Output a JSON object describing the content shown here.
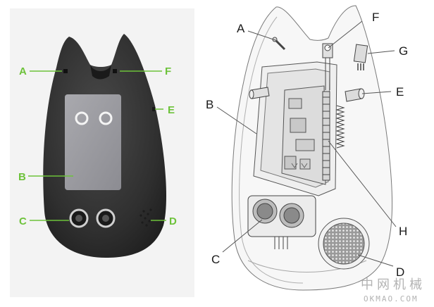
{
  "photo": {
    "labels": {
      "A": "A",
      "B": "B",
      "C": "C",
      "D": "D",
      "E": "E",
      "F": "F"
    },
    "label_color": "#6dc23a",
    "body_color": "#3a3a3a",
    "screen_color": "#9b9ba0"
  },
  "drawing": {
    "labels": {
      "A": "A",
      "B": "B",
      "C": "C",
      "D": "D",
      "E": "E",
      "F": "F",
      "G": "G",
      "H": "H"
    },
    "line_color": "#555555"
  },
  "watermark": {
    "cn": "中网机械",
    "en": "OKMAO.COM"
  }
}
